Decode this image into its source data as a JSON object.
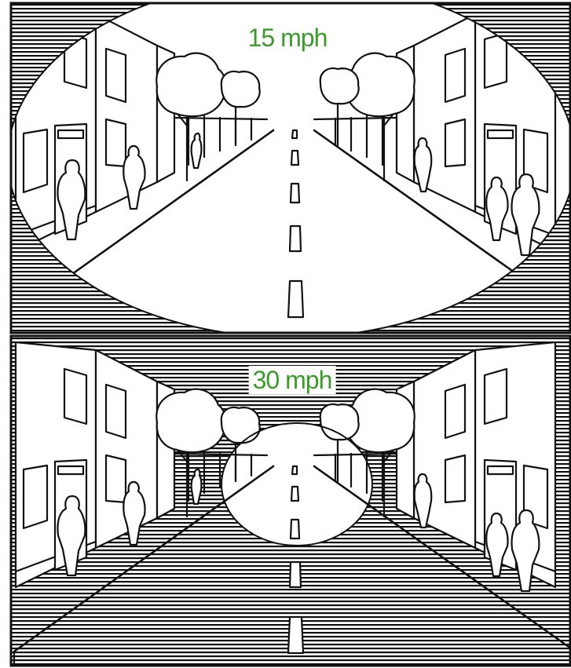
{
  "panels": [
    {
      "speed_label": "15 mph",
      "label_color": "#3a9a2a",
      "field_of_vision": "wide"
    },
    {
      "speed_label": "30 mph",
      "label_color": "#3a9a2a",
      "field_of_vision": "narrow"
    }
  ],
  "colors": {
    "ink": "#111111",
    "paper": "#ffffff",
    "accent": "#3a9a2a"
  },
  "icons": [
    "building-icon",
    "tree-icon",
    "pedestrian-icon",
    "road-icon",
    "lane-marking-icon"
  ]
}
